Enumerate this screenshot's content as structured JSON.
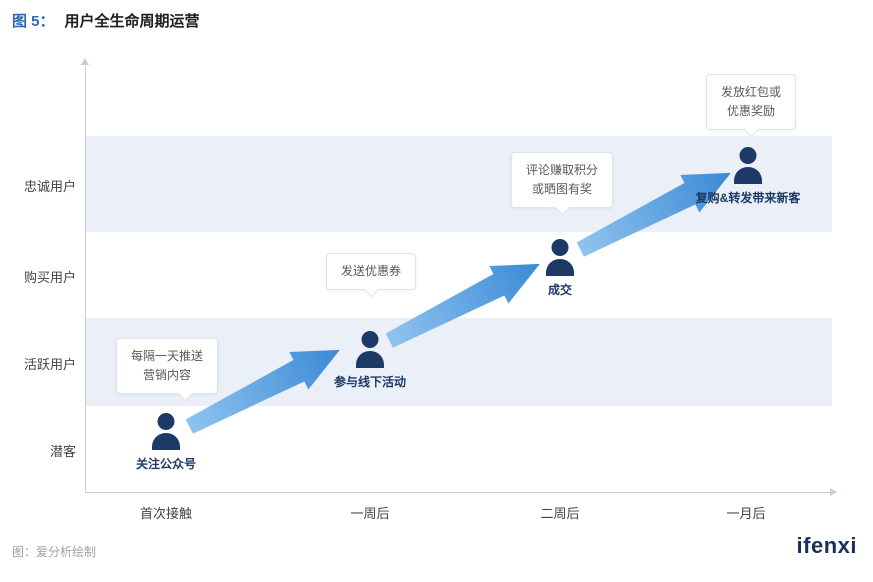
{
  "title": {
    "figure": "图 5：",
    "text": "用户全生命周期运营"
  },
  "axes": {
    "y": [
      "忠诚用户",
      "购买用户",
      "活跃用户",
      "潜客"
    ],
    "x": [
      "首次接触",
      "一周后",
      "二周后",
      "一月后"
    ]
  },
  "stages": [
    {
      "label": "关注公众号",
      "bubble_lines": [
        "每隔一天推送",
        "营销内容"
      ]
    },
    {
      "label": "参与线下活动",
      "bubble_lines": [
        "发送优惠券"
      ]
    },
    {
      "label": "成交",
      "bubble_lines": [
        "评论赚取积分",
        "或晒图有奖"
      ]
    },
    {
      "label": "复购&转发带来新客",
      "bubble_lines": [
        "发放红包或",
        "优惠奖励"
      ]
    }
  ],
  "footer": {
    "source": "图：爱分析绘制",
    "logo": "ifenxi"
  },
  "colors": {
    "accent": "#2a6bb5",
    "band": "#eaeff8",
    "person": "#1d3a66",
    "arrow_start": "#8fc3ee",
    "arrow_end": "#3a8ad6",
    "axis": "#c9ced6"
  }
}
